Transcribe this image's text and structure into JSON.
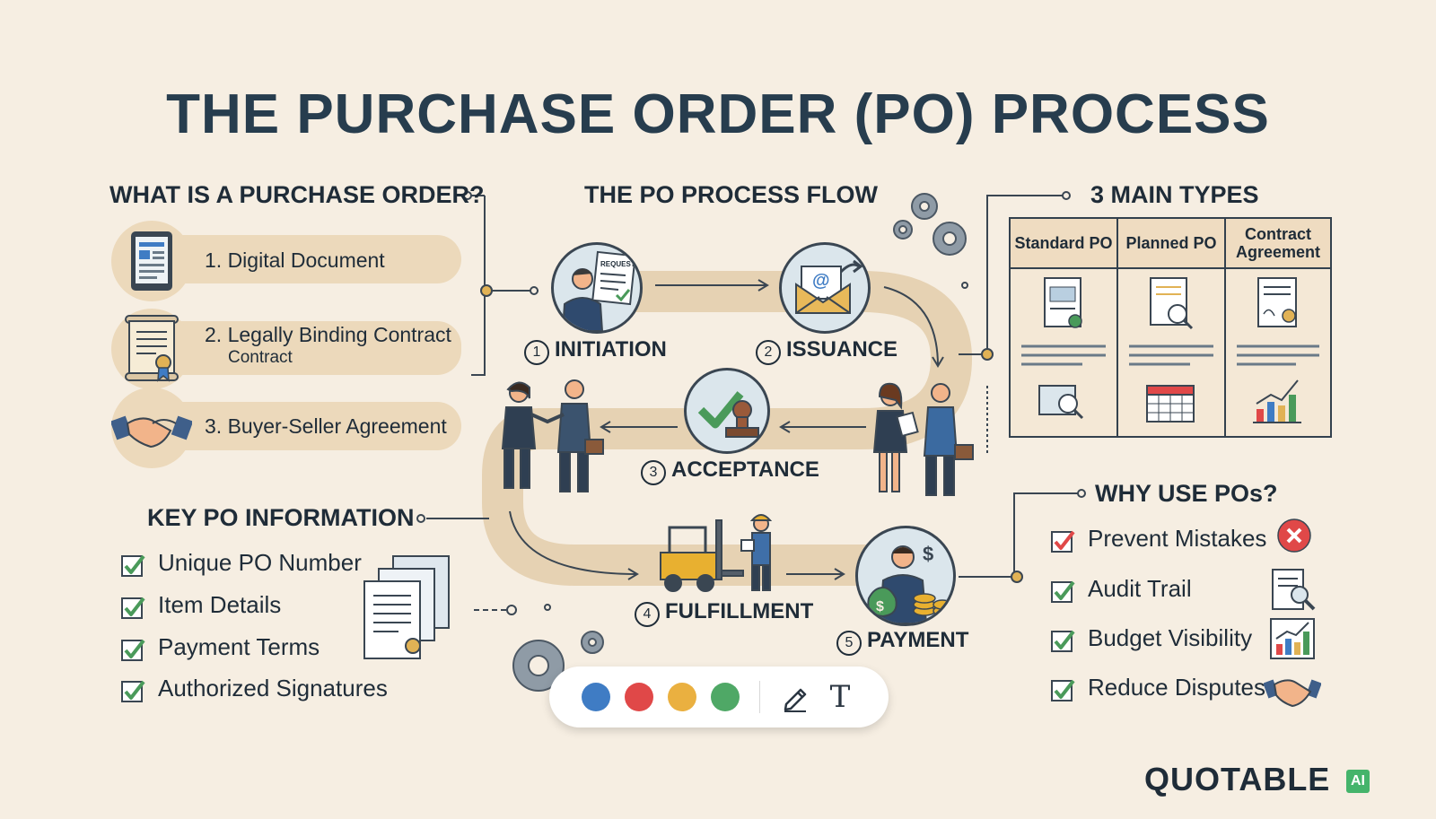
{
  "title": "THE PURCHASE ORDER (PO) PROCESS",
  "what_is": {
    "heading": "WHAT IS A PURCHASE ORDER?",
    "items": [
      {
        "label": "1. Digital Document",
        "icon": "tablet-document-icon"
      },
      {
        "label": "2. Legally Binding Contract",
        "sub": "Contract",
        "icon": "scroll-certificate-icon"
      },
      {
        "label": "3. Buyer-Seller Agreement",
        "icon": "handshake-icon"
      }
    ]
  },
  "flow": {
    "heading": "THE PO PROCESS FLOW",
    "request_tag": "REQUEST",
    "steps": [
      {
        "num": "1",
        "label": "INITIATION"
      },
      {
        "num": "2",
        "label": "ISSUANCE"
      },
      {
        "num": "3",
        "label": "ACCEPTANCE"
      },
      {
        "num": "4",
        "label": "FULFILLMENT"
      },
      {
        "num": "5",
        "label": "PAYMENT"
      }
    ]
  },
  "types": {
    "heading": "3 MAIN TYPES",
    "columns": [
      "Standard PO",
      "Planned PO",
      "Contract Agreement"
    ]
  },
  "key_info": {
    "heading": "KEY PO INFORMATION",
    "items": [
      "Unique PO Number",
      "Item Details",
      "Payment Terms",
      "Authorized Signatures"
    ]
  },
  "why": {
    "heading": "WHY USE POs?",
    "items": [
      {
        "label": "Prevent Mistakes",
        "icon": "error-x-icon"
      },
      {
        "label": "Audit Trail",
        "icon": "document-search-icon"
      },
      {
        "label": "Budget Visibility",
        "icon": "bar-chart-icon"
      },
      {
        "label": "Reduce Disputes",
        "icon": "handshake-icon"
      }
    ]
  },
  "toolbar": {
    "colors": [
      "#3f7cc4",
      "#e04848",
      "#eab040",
      "#4fa866"
    ],
    "pen_icon": "pencil-icon",
    "text_icon": "text-tool-icon",
    "text_glyph": "T"
  },
  "brand": {
    "name": "QUOTABLE",
    "badge": "AI"
  },
  "palette": {
    "bg": "#f6eee2",
    "road": "#e6d2b3",
    "navy": "#273d4e",
    "green": "#4a9a5a",
    "red": "#e04848",
    "gold": "#e1b255"
  }
}
